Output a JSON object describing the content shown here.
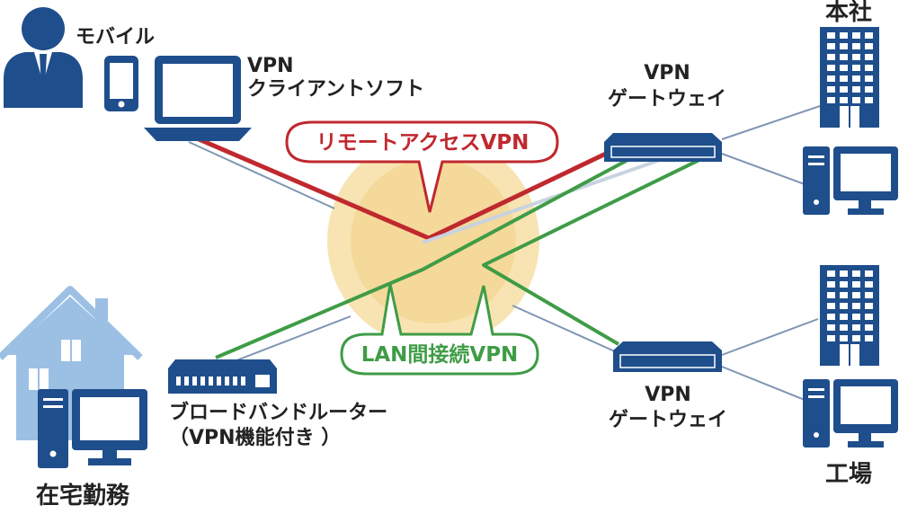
{
  "labels": {
    "mobile": "モバイル",
    "vpn_client_line1": "VPN",
    "vpn_client_line2": "クライアントソフト",
    "gateway_top_line1": "VPN",
    "gateway_top_line2": "ゲートウェイ",
    "gateway_bottom_line1": "VPN",
    "gateway_bottom_line2": "ゲートウェイ",
    "headquarters": "本社",
    "factory": "工場",
    "home_office": "在宅勤務",
    "router_line1": "ブロードバンドルーター",
    "router_line2": "（VPN機能付き ）",
    "remote_access_vpn": "リモートアクセスVPN",
    "lan_vpn": "LAN間接続VPN"
  },
  "colors": {
    "navy": "#1f4e8c",
    "house": "#9cc0e4",
    "red": "#c0282f",
    "green": "#3f9c46",
    "line_gray": "#7f96b3",
    "cloud_outer": "#f8e4b3",
    "cloud_inner": "#f3cf85",
    "text": "#222222"
  },
  "icons": [
    "person-icon",
    "smartphone-icon",
    "laptop-icon",
    "vpn-gateway-icon",
    "office-building-icon",
    "desktop-pc-icon",
    "house-icon",
    "broadband-router-icon"
  ]
}
